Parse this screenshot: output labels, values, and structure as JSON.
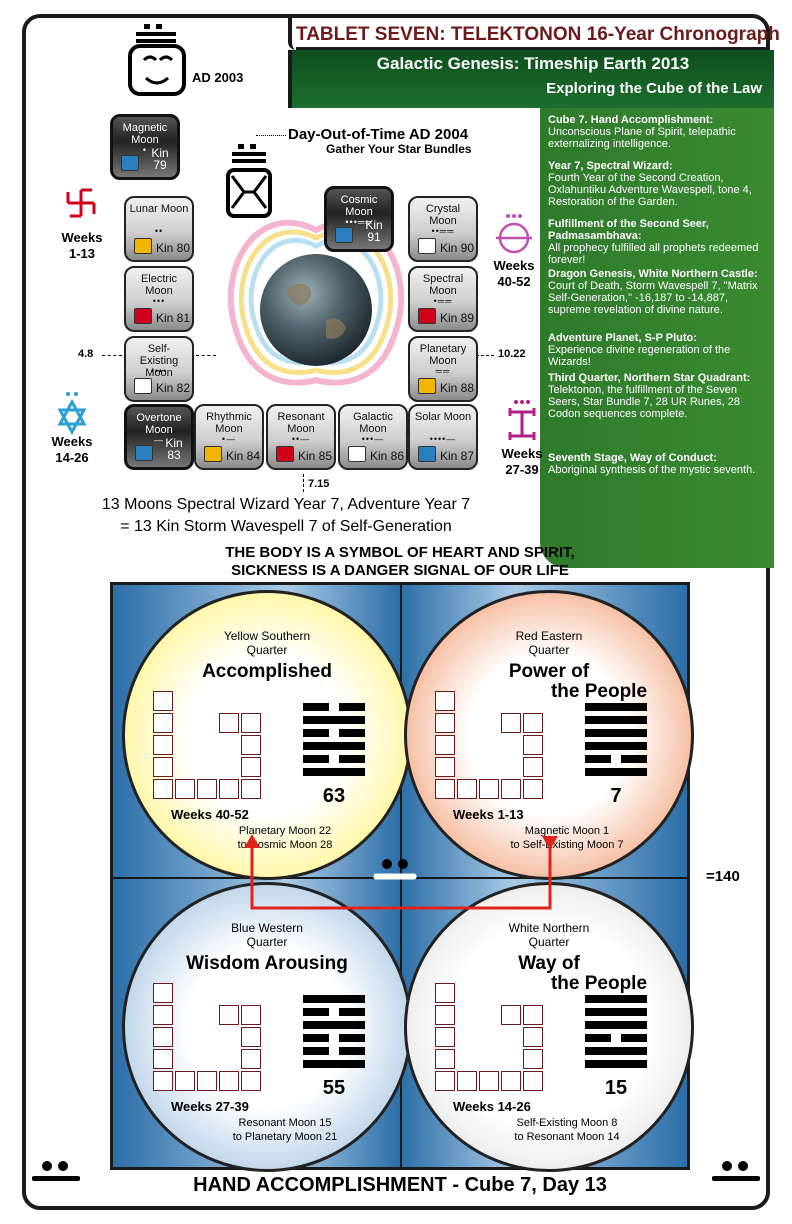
{
  "header": {
    "title": "TABLET SEVEN:  TELEKTONON  16-Year Chronograph",
    "subtitle": "Galactic Genesis: Timeship Earth 2013",
    "subtitle2": "Exploring the Cube of the Law"
  },
  "top_left": {
    "year": "AD 2003"
  },
  "day_out": {
    "title": "Day-Out-of-Time AD 2004",
    "sub": "Gather Your Star Bundles"
  },
  "weeks": {
    "w1": "Weeks",
    "w1r": "1-13",
    "w2": "Weeks",
    "w2r": "14-26",
    "w3": "Weeks",
    "w3r": "27-39",
    "w4": "Weeks",
    "w4r": "40-52"
  },
  "markers": {
    "left": "4.8",
    "right": "10.22",
    "bottom": "7.15"
  },
  "moons": [
    {
      "name": "Magnetic Moon",
      "kin": "Kin 79",
      "color": "#2a7fc0"
    },
    {
      "name": "Lunar Moon",
      "kin": "Kin 80",
      "color": "#f2b400"
    },
    {
      "name": "Electric Moon",
      "kin": "Kin 81",
      "color": "#d0021b"
    },
    {
      "name": "Self-Existing Moon",
      "kin": "Kin 82",
      "color": "#ffffff"
    },
    {
      "name": "Overtone Moon",
      "kin": "Kin 83",
      "color": "#2a7fc0"
    },
    {
      "name": "Rhythmic Moon",
      "kin": "Kin 84",
      "color": "#f2b400"
    },
    {
      "name": "Resonant Moon",
      "kin": "Kin 85",
      "color": "#d0021b"
    },
    {
      "name": "Galactic Moon",
      "kin": "Kin 86",
      "color": "#ffffff"
    },
    {
      "name": "Solar Moon",
      "kin": "Kin 87",
      "color": "#2a7fc0"
    },
    {
      "name": "Planetary Moon",
      "kin": "Kin 88",
      "color": "#f2b400"
    },
    {
      "name": "Spectral Moon",
      "kin": "Kin 89",
      "color": "#d0021b"
    },
    {
      "name": "Crystal Moon",
      "kin": "Kin 90",
      "color": "#ffffff"
    },
    {
      "name": "Cosmic Moon",
      "kin": "Kin 91",
      "color": "#2a7fc0"
    }
  ],
  "bottom_caption": {
    "line1": "13 Moons Spectral Wizard Year 7, Adventure Year 7",
    "line2": "= 13 Kin Storm Wavespell 7 of Self-Generation"
  },
  "side": [
    {
      "head": "Cube 7. Hand Accomplishment:",
      "body": "Unconscious Plane of Spirit, telepathic externalizing intelligence."
    },
    {
      "head": "Year 7, Spectral Wizard:",
      "body": "Fourth Year of the Second Creation, Oxlahuntiku Adventure Wavespell, tone 4, Restoration of the Garden."
    },
    {
      "head": "Fulfillment of the Second Seer, Padmasambhava:",
      "body": "All prophecy fulfilled all prophets redeemed forever!"
    },
    {
      "head": "Dragon Genesis, White Northern Castle:",
      "body": "Court of Death, Storm Wavespell 7, \"Matrix Self-Generation,\" -16,187 to -14,887, supreme revelation of divine nature."
    },
    {
      "head": "Adventure Planet, S-P Pluto:",
      "body": "Experience divine regeneration of the Wizards!"
    },
    {
      "head": "Third Quarter, Northern Star Quadrant:",
      "body": "Telektonon, the fulfillment of the Seven Seers, Star Bundle 7, 28 UR Runes, 28 Codon sequences complete."
    },
    {
      "head": "Seventh Stage, Way of Conduct:",
      "body": "Aboriginal synthesis of the mystic seventh."
    }
  ],
  "banner": {
    "line1": "THE BODY IS A SYMBOL OF HEART AND SPIRIT,",
    "line2": "SICKNESS IS A DANGER SIGNAL OF OUR LIFE"
  },
  "quadrants": [
    {
      "q1": "Yellow Southern",
      "q2": "Quarter",
      "title1": "Accomplished",
      "title2": "",
      "hex": "63",
      "weeks": "Weeks 40-52",
      "r1": "Planetary Moon 22",
      "r2": "to Cosmic Moon 28"
    },
    {
      "q1": "Red Eastern",
      "q2": "Quarter",
      "title1": "Power of",
      "title2": "the People",
      "hex": "7",
      "weeks": "Weeks 1-13",
      "r1": "Magnetic Moon 1",
      "r2": "to Self-Existing Moon 7"
    },
    {
      "q1": "Blue Western",
      "q2": "Quarter",
      "title1": "Wisdom Arousing",
      "title2": "",
      "hex": "55",
      "weeks": "Weeks 27-39",
      "r1": "Resonant Moon 15",
      "r2": "to Planetary Moon 21"
    },
    {
      "q1": "White Northern",
      "q2": "Quarter",
      "title1": "Way of",
      "title2": "the People",
      "hex": "15",
      "weeks": "Weeks 14-26",
      "r1": "Self-Existing Moon 8",
      "r2": "to Resonant Moon 14"
    }
  ],
  "side_total": "=140",
  "footer": "HAND ACCOMPLISHMENT - Cube 7, Day 13"
}
